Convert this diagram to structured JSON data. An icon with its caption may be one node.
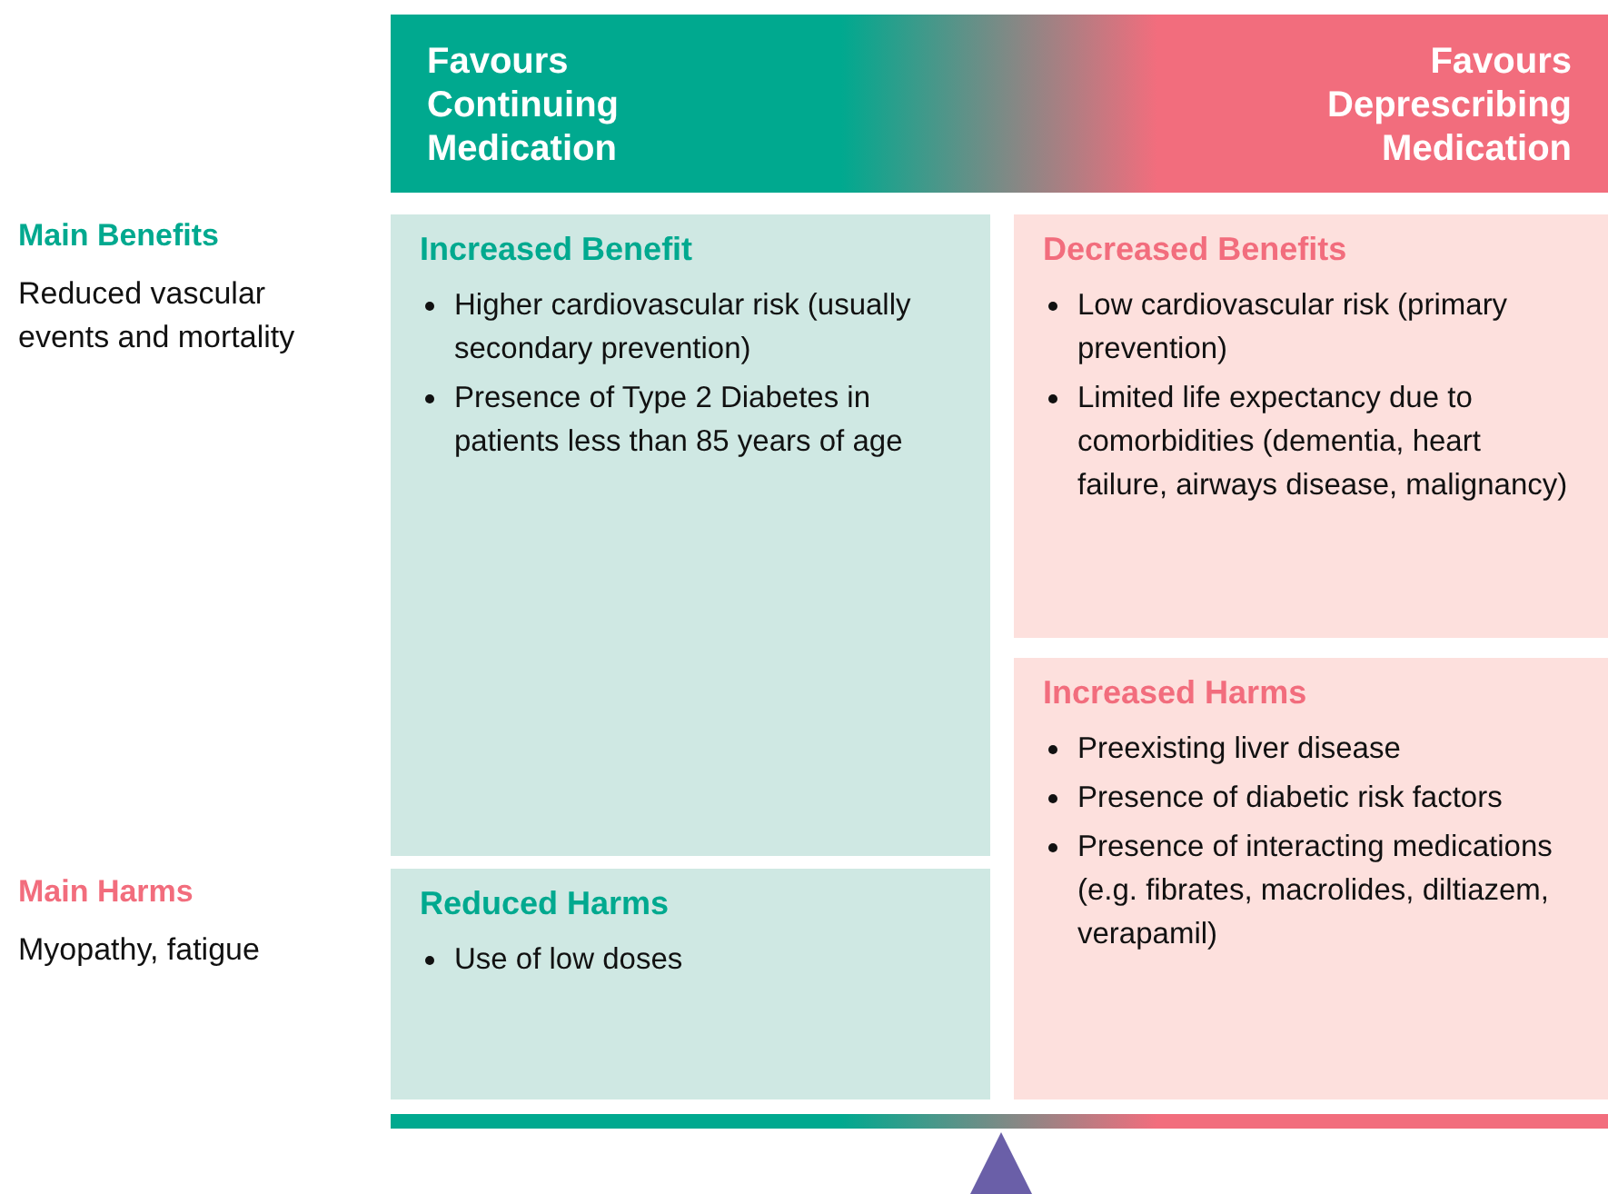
{
  "diagram": {
    "nodes": [
      {
        "text": [
          "Favours Continuing Medication",
          "Favours Deprescribing Medication"
        ]
      },
      {
        "text": [
          "Increased Benefit",
          "Higher cardiovascular risk (usually secondary prevention)",
          "Presence of Type 2 Diabetes in patients less than 85 years of age"
        ]
      },
      {
        "text": [
          "Decreased Benefits",
          "Low cardiovascular risk (primary prevention)",
          "Limited life expectancy due to comorbidities (dementia, heart failure, airways disease, malignancy)"
        ]
      },
      {
        "text": [
          "Reduced Harms",
          "Use of low doses"
        ]
      },
      {
        "text": [
          "Increased Harms",
          "Preexisting liver disease",
          "Presence of diabetic risk factors",
          "Presence of interacting medications (e.g. fibrates, macrolides, diltiazem, verapamil)"
        ]
      }
    ],
    "labels": [
      "Main Benefits",
      "Reduced vascular events and mortality",
      "Main Harms",
      "Myopathy, fatigue"
    ]
  }
}
